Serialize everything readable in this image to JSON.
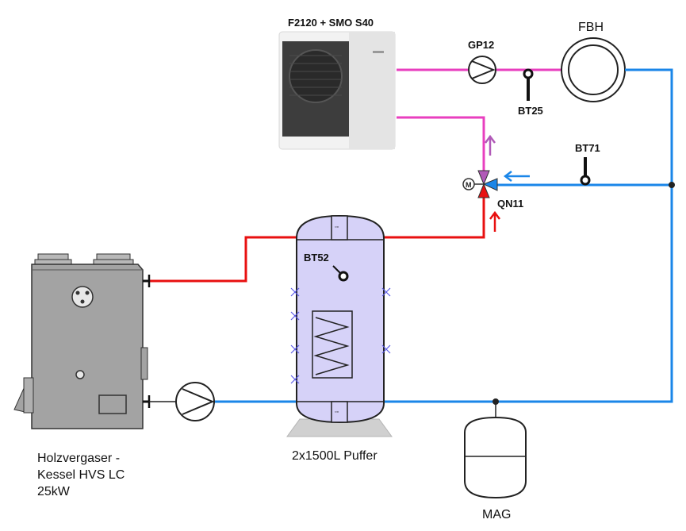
{
  "labels": {
    "heatpump": "F2120 + SMO S40",
    "gp12": "GP12",
    "fbh": "FBH",
    "bt25": "BT25",
    "bt71": "BT71",
    "qn11": "QN11",
    "bt52": "BT52",
    "boiler_line1": "Holzvergaser -",
    "boiler_line2": "Kessel HVS LC",
    "boiler_line3": "25kW",
    "puffer": "2x1500L Puffer",
    "mag": "MAG",
    "motor_symbol": "M"
  },
  "colors": {
    "hot_line": "#e81010",
    "cold_line": "#1a86e8",
    "heatpump_flow": "#e83fbf",
    "flow_arrow_purple": "#b15ab8",
    "tank_fill": "#d6d2f8",
    "boiler_fill": "#a3a3a3",
    "xmark": "#5a5ae8"
  }
}
